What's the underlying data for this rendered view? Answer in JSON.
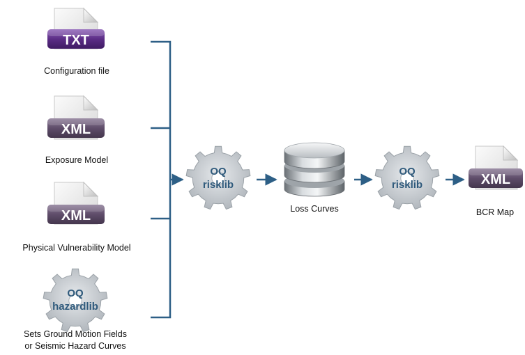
{
  "colors": {
    "connector": "#2d5f86",
    "txt_badge": "#5b2d86",
    "xml_badge": "#5f4d6a",
    "gear": "#c9ced3",
    "gear_text": "#2f5a7c"
  },
  "inputs": [
    {
      "icon": "txt-file-icon",
      "badge": "TXT",
      "label": "Configuration file"
    },
    {
      "icon": "xml-file-icon",
      "badge": "XML",
      "label": "Exposure Model"
    },
    {
      "icon": "xml-file-icon",
      "badge": "XML",
      "label": "Physical Vulnerability Model"
    },
    {
      "icon": "gear-icon",
      "line1": "OQ",
      "line2": "hazardlib",
      "label_line1": "Sets Ground Motion Fields",
      "label_line2": "or Seismic Hazard Curves"
    }
  ],
  "process1": {
    "icon": "gear-icon",
    "line1": "OQ",
    "line2": "risklib"
  },
  "database": {
    "icon": "database-icon",
    "label": "Loss Curves"
  },
  "process2": {
    "icon": "gear-icon",
    "line1": "OQ",
    "line2": "risklib"
  },
  "output": {
    "icon": "xml-file-icon",
    "badge": "XML",
    "label": "BCR Map"
  }
}
